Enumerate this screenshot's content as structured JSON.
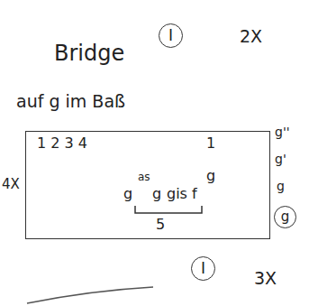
{
  "diagram": {
    "nodes": [
      {
        "text": [
          "I"
        ]
      },
      {
        "text": [
          "1 2 3 4",
          "1",
          "g",
          "g",
          "as",
          "g",
          "gis",
          "f",
          "5"
        ]
      },
      {
        "text": [
          "g"
        ]
      },
      {
        "text": [
          "I"
        ]
      }
    ],
    "labels": [
      "Bridge",
      "2X",
      "auf g im Baß",
      "g''",
      "g'",
      "g",
      "4X",
      "3X"
    ]
  }
}
